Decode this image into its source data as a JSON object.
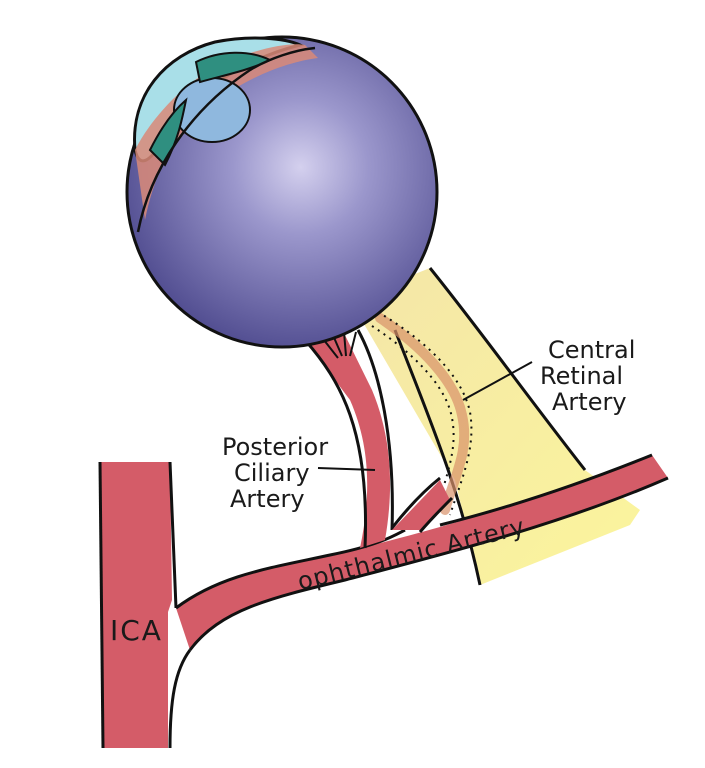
{
  "labels": {
    "central_retinal": [
      "Central",
      "Retinal",
      "Artery"
    ],
    "posterior_ciliary": [
      "Posterior",
      "Ciliary",
      "Artery"
    ],
    "ophthalmic_artery": "ophthalmic Artery",
    "ica": "ICA"
  },
  "colors": {
    "globe": "#5e5a9c",
    "globe_highlight": "#c7c3e8",
    "cornea": "#a9dfe8",
    "lens": "#8fb8de",
    "iris": "#2f8f80",
    "sclera_edge": "#d98a78",
    "artery": "#d45c68",
    "artery_light": "#e68a92",
    "nerve": "#f6ef9e",
    "outline": "#111111"
  }
}
